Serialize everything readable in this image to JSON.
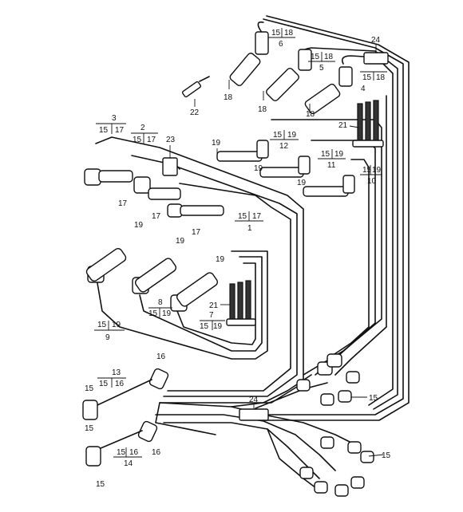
{
  "callouts": {
    "c1": {
      "num": "1",
      "a": "15",
      "b": "17"
    },
    "c2": {
      "num": "2",
      "a": "15",
      "b": "17"
    },
    "c3": {
      "num": "3",
      "a": "15",
      "b": "17"
    },
    "c4": {
      "num": "4",
      "a": "15",
      "b": "18"
    },
    "c5": {
      "num": "5",
      "a": "15",
      "b": "18"
    },
    "c6": {
      "num": "6",
      "a": "15",
      "b": "18"
    },
    "c7": {
      "num": "7",
      "a": "15",
      "b": "19"
    },
    "c8": {
      "num": "8",
      "a": "15",
      "b": "19"
    },
    "c9": {
      "num": "9",
      "a": "15",
      "b": "19"
    },
    "c10": {
      "num": "10",
      "a": "15",
      "b": "19"
    },
    "c11": {
      "num": "11",
      "a": "15",
      "b": "19"
    },
    "c12": {
      "num": "12",
      "a": "15",
      "b": "19"
    },
    "c13": {
      "num": "13",
      "a": "15",
      "b": "16"
    },
    "c14": {
      "num": "14",
      "a": "15",
      "b": "16"
    }
  },
  "parts": {
    "p15": "15",
    "p16": "16",
    "p17": "17",
    "p18": "18",
    "p19": "19",
    "p21": "21",
    "p22": "22",
    "p23": "23",
    "p24": "24"
  }
}
